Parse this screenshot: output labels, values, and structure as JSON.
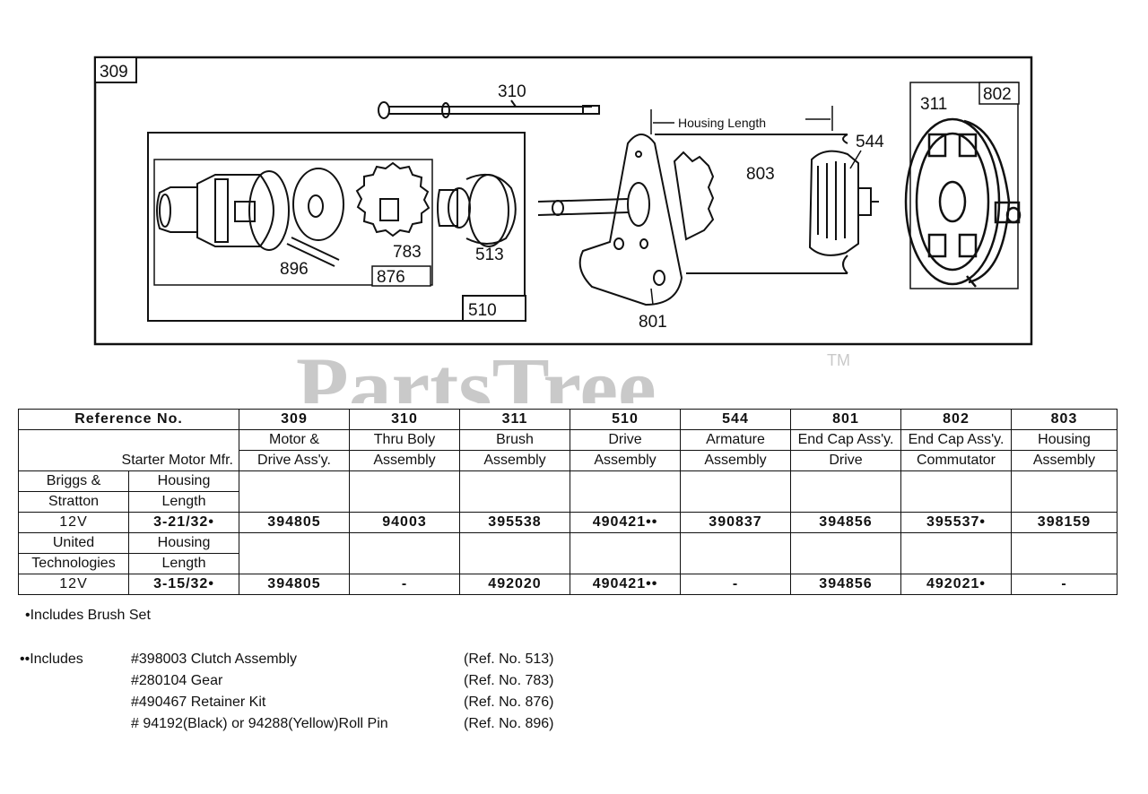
{
  "diagram": {
    "frame_label": "309",
    "labels": {
      "thru_bolt": "310",
      "housing_length": "Housing Length",
      "brush": "311",
      "end_cap_commutator": "802",
      "armature": "544",
      "housing": "803",
      "clutch": "513",
      "gear": "783",
      "retainer_kit": "876",
      "roll_pin": "896",
      "drive_assembly": "510",
      "end_cap_drive": "801"
    },
    "watermark": "PartsTree",
    "trademark": "TM"
  },
  "table": {
    "ref_header": "Reference No.",
    "mfr_header": "Starter Motor Mfr.",
    "columns": [
      {
        "ref": "309",
        "desc1": "Motor &",
        "desc2": "Drive Ass'y."
      },
      {
        "ref": "310",
        "desc1": "Thru Boly",
        "desc2": "Assembly"
      },
      {
        "ref": "311",
        "desc1": "Brush",
        "desc2": "Assembly"
      },
      {
        "ref": "510",
        "desc1": "Drive",
        "desc2": "Assembly"
      },
      {
        "ref": "544",
        "desc1": "Armature",
        "desc2": "Assembly"
      },
      {
        "ref": "801",
        "desc1": "End Cap Ass'y.",
        "desc2": "Drive"
      },
      {
        "ref": "802",
        "desc1": "End Cap Ass'y.",
        "desc2": "Commutator"
      },
      {
        "ref": "803",
        "desc1": "Housing",
        "desc2": "Assembly"
      }
    ],
    "groups": [
      {
        "mfr1": "Briggs &",
        "mfr2": "Stratton",
        "len1": "Housing",
        "len2": "Length",
        "voltage": "12V",
        "length": "3-21/32•",
        "values": [
          "394805",
          "94003",
          "395538",
          "490421••",
          "390837",
          "394856",
          "395537•",
          "398159"
        ]
      },
      {
        "mfr1": "United",
        "mfr2": "Technologies",
        "len1": "Housing",
        "len2": "Length",
        "voltage": "12V",
        "length": "3-15/32•",
        "values": [
          "394805",
          "-",
          "492020",
          "490421••",
          "-",
          "394856",
          "492021•",
          "-"
        ]
      }
    ]
  },
  "notes": {
    "brush_set": "•Includes Brush Set",
    "includes_label": "••Includes",
    "items": [
      {
        "part": "#398003  Clutch Assembly",
        "ref": "(Ref. No. 513)"
      },
      {
        "part": "#280104  Gear",
        "ref": "(Ref. No. 783)"
      },
      {
        "part": "#490467  Retainer Kit",
        "ref": "(Ref. No. 876)"
      },
      {
        "part": "# 94192(Black)  or  94288(Yellow)Roll Pin",
        "ref": "(Ref. No. 896)"
      }
    ]
  }
}
